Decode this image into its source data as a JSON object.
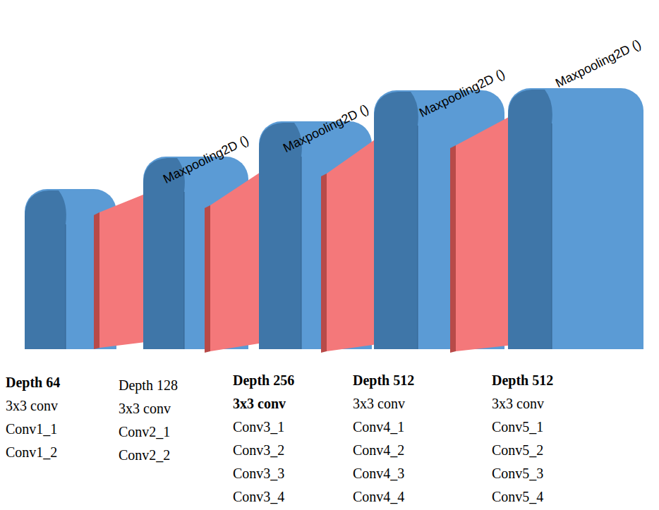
{
  "diagram": {
    "nodes": [
      {
        "text": [
          "Depth 64",
          "3x3 conv",
          "Conv1_1",
          "Conv1_2"
        ]
      },
      {
        "text": [
          "Depth 128",
          "3x3 conv",
          "Conv2_1",
          "Conv2_2"
        ]
      },
      {
        "text": [
          "Depth 256",
          "3x3 conv",
          "Conv3_1",
          "Conv3_2",
          "Conv3_3",
          "Conv3_4"
        ]
      },
      {
        "text": [
          "Depth 512",
          "3x3 conv",
          "Conv4_1",
          "Conv4_2",
          "Conv4_3",
          "Conv4_4"
        ]
      },
      {
        "text": [
          "Depth 512",
          "3x3 conv",
          "Conv5_1",
          "Conv5_2",
          "Conv5_3",
          "Conv5_4"
        ]
      }
    ],
    "labels": [
      "Maxpooling2D ()",
      "Maxpooling2D ()",
      "Maxpooling2D ()",
      "Maxpooling2D ()"
    ]
  }
}
